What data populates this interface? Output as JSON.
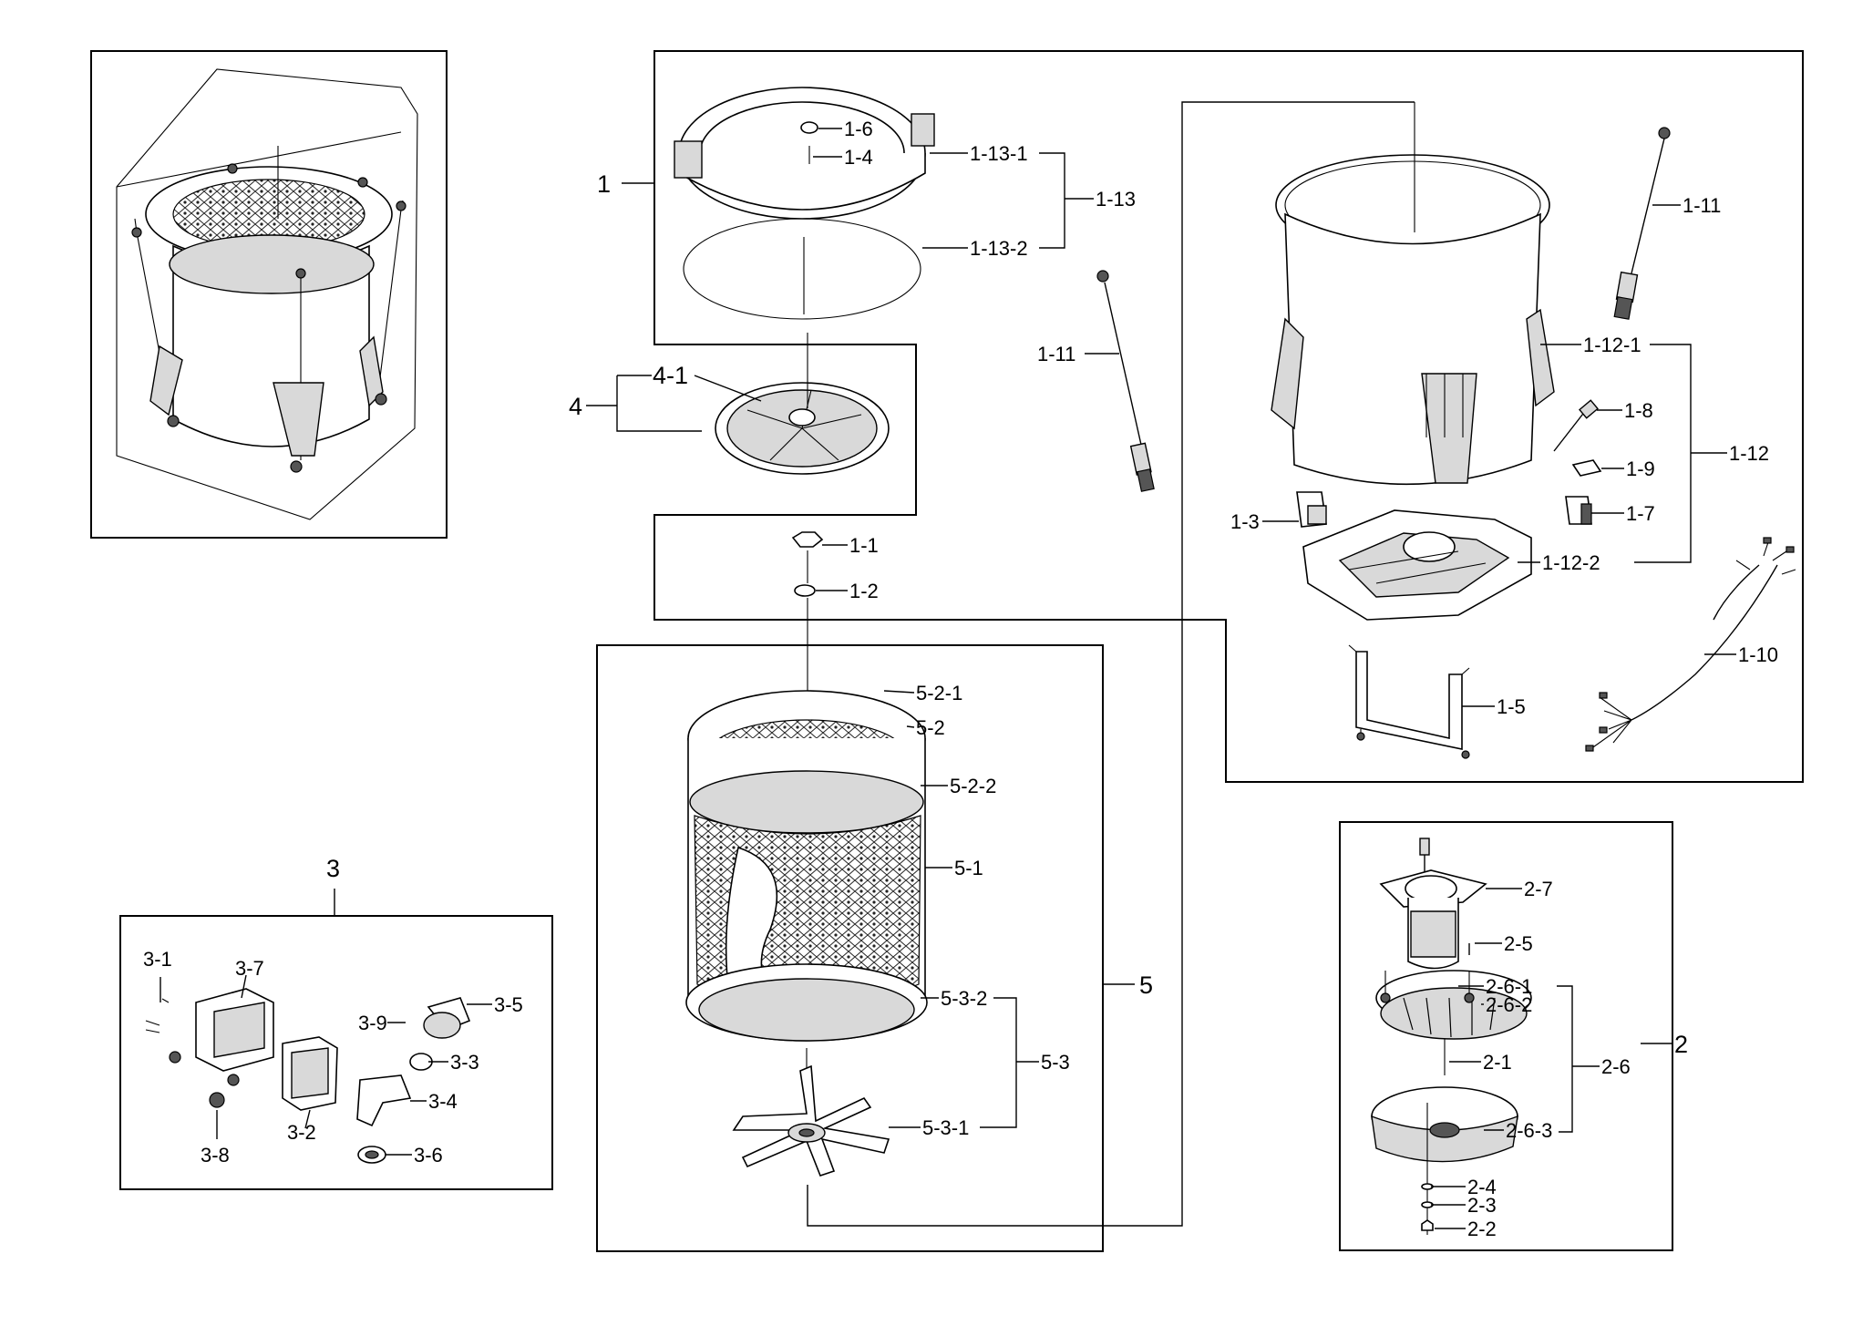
{
  "labels": {
    "g1": "1",
    "g2": "2",
    "g3": "3",
    "g4": "4",
    "g5": "5",
    "p1_1": "1-1",
    "p1_2": "1-2",
    "p1_3": "1-3",
    "p1_4": "1-4",
    "p1_5": "1-5",
    "p1_6": "1-6",
    "p1_7": "1-7",
    "p1_8": "1-8",
    "p1_9": "1-9",
    "p1_10": "1-10",
    "p1_11a": "1-11",
    "p1_11b": "1-11",
    "p1_12": "1-12",
    "p1_12_1": "1-12-1",
    "p1_12_2": "1-12-2",
    "p1_13": "1-13",
    "p1_13_1": "1-13-1",
    "p1_13_2": "1-13-2",
    "p2_1": "2-1",
    "p2_2": "2-2",
    "p2_3": "2-3",
    "p2_4": "2-4",
    "p2_5": "2-5",
    "p2_6": "2-6",
    "p2_6_1": "2-6-1",
    "p2_6_2": "2-6-2",
    "p2_6_3": "2-6-3",
    "p2_7": "2-7",
    "p3_1": "3-1",
    "p3_2": "3-2",
    "p3_3": "3-3",
    "p3_4": "3-4",
    "p3_5": "3-5",
    "p3_6": "3-6",
    "p3_7": "3-7",
    "p3_8": "3-8",
    "p3_9": "3-9",
    "p4_1": "4-1",
    "p5_1": "5-1",
    "p5_2": "5-2",
    "p5_2_1": "5-2-1",
    "p5_2_2": "5-2-2",
    "p5_3": "5-3",
    "p5_3_1": "5-3-1",
    "p5_3_2": "5-3-2"
  }
}
